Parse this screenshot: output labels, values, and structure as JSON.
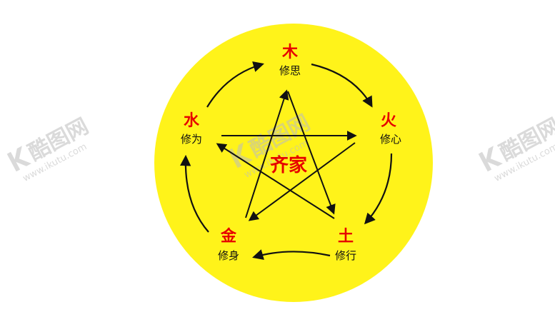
{
  "colors": {
    "circle_fill": "#fff31a",
    "element_text": "#e60000",
    "label_text": "#111111",
    "center_text": "#e60000",
    "arrow": "#111111",
    "watermark": "#bdbdbd"
  },
  "diagram": {
    "center": "齐家",
    "nodes": [
      {
        "id": "wood",
        "element": "木",
        "label": "修思"
      },
      {
        "id": "fire",
        "element": "火",
        "label": "修心"
      },
      {
        "id": "earth",
        "element": "土",
        "label": "修行"
      },
      {
        "id": "metal",
        "element": "金",
        "label": "修身"
      },
      {
        "id": "water",
        "element": "水",
        "label": "修为"
      }
    ],
    "cycle_arrows": [
      {
        "from": "wood",
        "to": "fire"
      },
      {
        "from": "fire",
        "to": "earth"
      },
      {
        "from": "earth",
        "to": "metal"
      },
      {
        "from": "metal",
        "to": "water"
      },
      {
        "from": "water",
        "to": "wood"
      }
    ],
    "star_arrows": [
      {
        "from": "wood",
        "to": "earth"
      },
      {
        "from": "earth",
        "to": "water"
      },
      {
        "from": "water",
        "to": "fire"
      },
      {
        "from": "fire",
        "to": "metal"
      },
      {
        "from": "metal",
        "to": "wood"
      }
    ]
  },
  "watermark": {
    "brand": "酷图网",
    "url": "www.ikutu.com",
    "icon": "ikutu-logo-icon"
  }
}
